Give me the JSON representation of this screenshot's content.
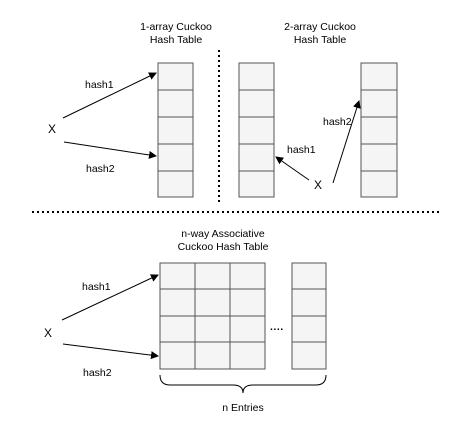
{
  "colors": {
    "cell_fill": "#f5f5f5",
    "cell_stroke": "#555555",
    "ink": "#000000",
    "background": "#ffffff"
  },
  "panel1": {
    "title_line1": "1-array Cuckoo",
    "title_line2": "Hash Table",
    "key": "X",
    "hash1": "hash1",
    "hash2": "hash2"
  },
  "panel2": {
    "title_line1": "2-array Cuckoo",
    "title_line2": "Hash Table",
    "key": "X",
    "hash1": "hash1",
    "hash2": "hash2"
  },
  "panel3": {
    "title_line1": "n-way Associative",
    "title_line2": "Cuckoo Hash Table",
    "key": "X",
    "hash1": "hash1",
    "hash2": "hash2",
    "ellipsis": "....",
    "brace_label": "n Entries"
  }
}
